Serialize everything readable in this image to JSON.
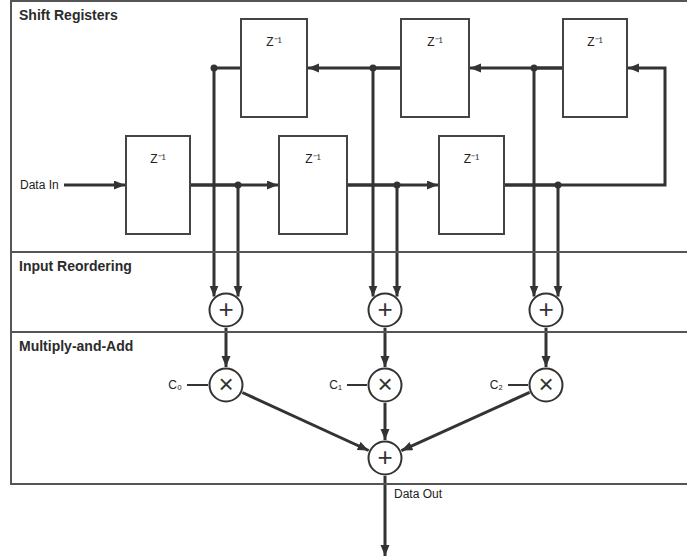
{
  "diagram": {
    "nodes": [
      {
        "text": [
          "Shift Registers"
        ]
      },
      {
        "text": [
          "Z⁻¹"
        ],
        "in": 0
      },
      {
        "text": [
          "Z⁻¹"
        ],
        "in": 0
      },
      {
        "text": [
          "Z⁻¹"
        ],
        "in": 0
      },
      {
        "text": [
          "Z⁻¹"
        ],
        "in": 0
      },
      {
        "text": [
          "Z⁻¹"
        ],
        "in": 0
      },
      {
        "text": [
          "Z⁻¹"
        ],
        "in": 0
      },
      {
        "text": [
          "Input Reordering"
        ]
      },
      {
        "text": [
          "+"
        ],
        "in": 7
      },
      {
        "text": [
          "+"
        ],
        "in": 7
      },
      {
        "text": [
          "+"
        ],
        "in": 7
      },
      {
        "text": [
          "Multiply-and-Add"
        ]
      },
      {
        "text": [
          "×"
        ],
        "in": 11
      },
      {
        "text": [
          "×"
        ],
        "in": 11
      },
      {
        "text": [
          "×"
        ],
        "in": 11
      },
      {
        "text": [
          "+"
        ],
        "in": 11
      }
    ],
    "edges": [
      {
        "from": 4,
        "to": 5,
        "arrow": "to"
      },
      {
        "from": 5,
        "to": 6,
        "arrow": "to"
      },
      {
        "from": 6,
        "to": 3,
        "arrow": "to"
      },
      {
        "from": 3,
        "to": 2,
        "arrow": "to"
      },
      {
        "from": 2,
        "to": 1,
        "arrow": "to"
      },
      {
        "from": 4,
        "to": 8,
        "arrow": "to"
      },
      {
        "from": 1,
        "to": 8,
        "arrow": "to"
      },
      {
        "from": 5,
        "to": 9,
        "arrow": "to"
      },
      {
        "from": 2,
        "to": 9,
        "arrow": "to"
      },
      {
        "from": 6,
        "to": 10,
        "arrow": "to"
      },
      {
        "from": 3,
        "to": 10,
        "arrow": "to"
      },
      {
        "from": 8,
        "to": 12,
        "arrow": "to"
      },
      {
        "from": 9,
        "to": 13,
        "arrow": "to"
      },
      {
        "from": 10,
        "to": 14,
        "arrow": "to"
      },
      {
        "from": 12,
        "to": 15,
        "arrow": "to"
      },
      {
        "from": 13,
        "to": 15,
        "arrow": "to"
      },
      {
        "from": 14,
        "to": 15,
        "arrow": "to"
      }
    ],
    "labels": [
      "Data In",
      "C₀",
      "C₁",
      "C₂",
      "Data Out"
    ]
  }
}
